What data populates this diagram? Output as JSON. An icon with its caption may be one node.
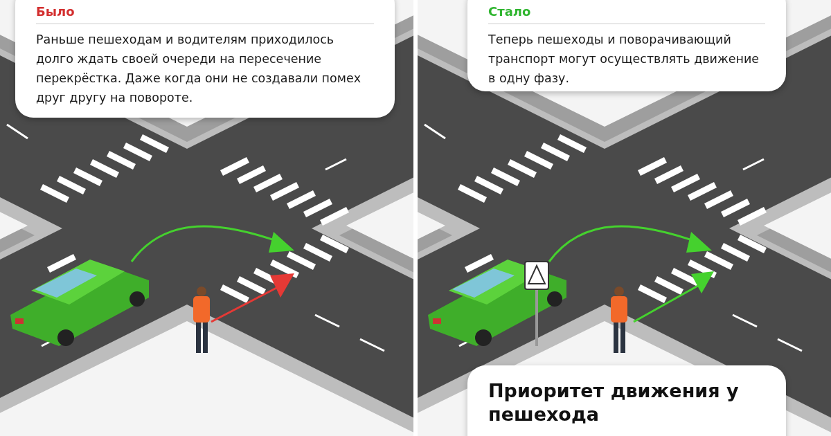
{
  "diagram": {
    "nodes": [
      {
        "text": [
          "Было",
          "Раньше пешеходам и водителям приходилось долго ждать своей очереди на пересечение перекрёстка. Даже когда они не создавали помех друг другу на повороте."
        ]
      },
      {
        "text": [
          "Стало",
          "Теперь пешеходы и поворачивающий транспорт могут осуществлять движение в одну фазу."
        ]
      },
      {
        "text": [
          "Приоритет движения у пешехода"
        ]
      }
    ]
  }
}
